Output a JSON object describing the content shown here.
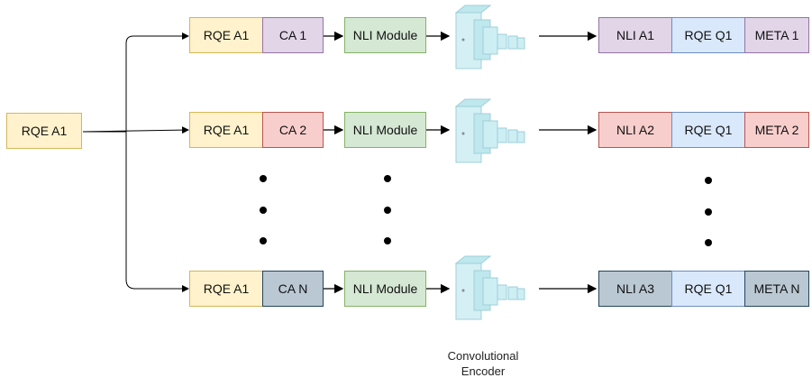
{
  "input": {
    "label": "RQE A1"
  },
  "rows": [
    {
      "rqe": "RQE A1",
      "ca": "CA 1",
      "nli": "NLI Module",
      "out": [
        "NLI A1",
        "RQE Q1",
        "META 1"
      ]
    },
    {
      "rqe": "RQE A1",
      "ca": "CA 2",
      "nli": "NLI Module",
      "out": [
        "NLI A2",
        "RQE Q1",
        "META 2"
      ]
    },
    {
      "rqe": "RQE A1",
      "ca": "CA N",
      "nli": "NLI Module",
      "out": [
        "NLI A3",
        "RQE Q1",
        "META N"
      ]
    }
  ],
  "encoder": {
    "label_line1": "Convolutional",
    "label_line2": "Encoder"
  },
  "colors": {
    "rqe_fill": "#fff2cc",
    "rqe_border": "#d6b656",
    "nli_fill": "#d5e8d4",
    "nli_border": "#82b366",
    "rqe_q_fill": "#dae8fc",
    "rqe_q_border": "#6c8ebf",
    "row1_fill": "#e1d5e7",
    "row1_border": "#9673a6",
    "row2_fill": "#f8cecc",
    "row2_border": "#b85450",
    "row3_fill": "#bac8d3",
    "row3_border": "#23445d",
    "arrow": "#000000",
    "encoder": "#bfe7ee"
  }
}
